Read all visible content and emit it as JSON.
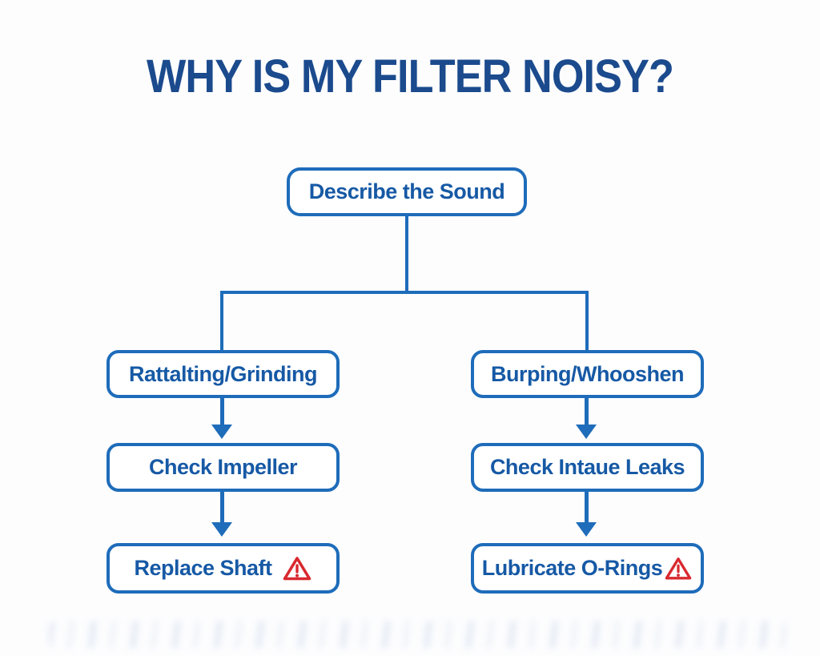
{
  "title": "WHY IS MY FILTER NOISY?",
  "colors": {
    "line_blue": "#1e6cba",
    "text_blue": "#1659a5",
    "title_blue": "#1b4a8d",
    "warning_red": "#d8292f",
    "background": "#fdfdfe"
  },
  "flowchart": {
    "root": {
      "label": "Describe the Sound"
    },
    "branches": [
      {
        "condition": "Rattalting/Grinding",
        "steps": [
          {
            "label": "Check Impeller",
            "warning": false
          },
          {
            "label": "Replace Shaft",
            "warning": true
          }
        ]
      },
      {
        "condition": "Burping/Whooshen",
        "steps": [
          {
            "label": "Check Intaue Leaks",
            "warning": false
          },
          {
            "label": "Lubricate O-Rings",
            "warning": true
          }
        ]
      }
    ],
    "warning_icon": "warning-triangle"
  }
}
